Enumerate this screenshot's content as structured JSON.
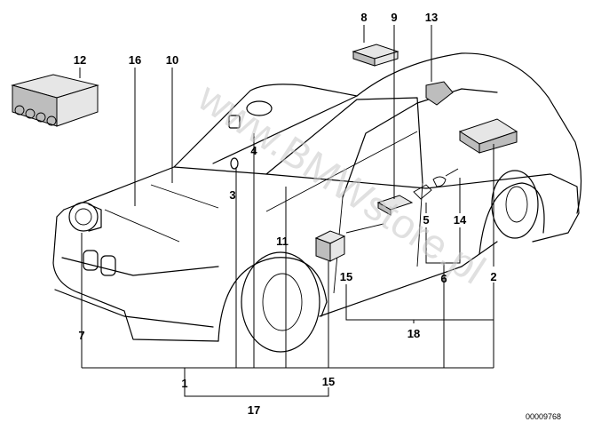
{
  "watermark": "www.BMWstore.pl",
  "reference_number": "00009768",
  "callouts": {
    "c1": "1",
    "c2": "2",
    "c3": "3",
    "c4": "4",
    "c5": "5",
    "c6": "6",
    "c7": "7",
    "c8": "8",
    "c9": "9",
    "c10": "10",
    "c11": "11",
    "c12": "12",
    "c13": "13",
    "c14": "14",
    "c15a": "15",
    "c15b": "15",
    "c16": "16",
    "c17": "17",
    "c18": "18"
  }
}
